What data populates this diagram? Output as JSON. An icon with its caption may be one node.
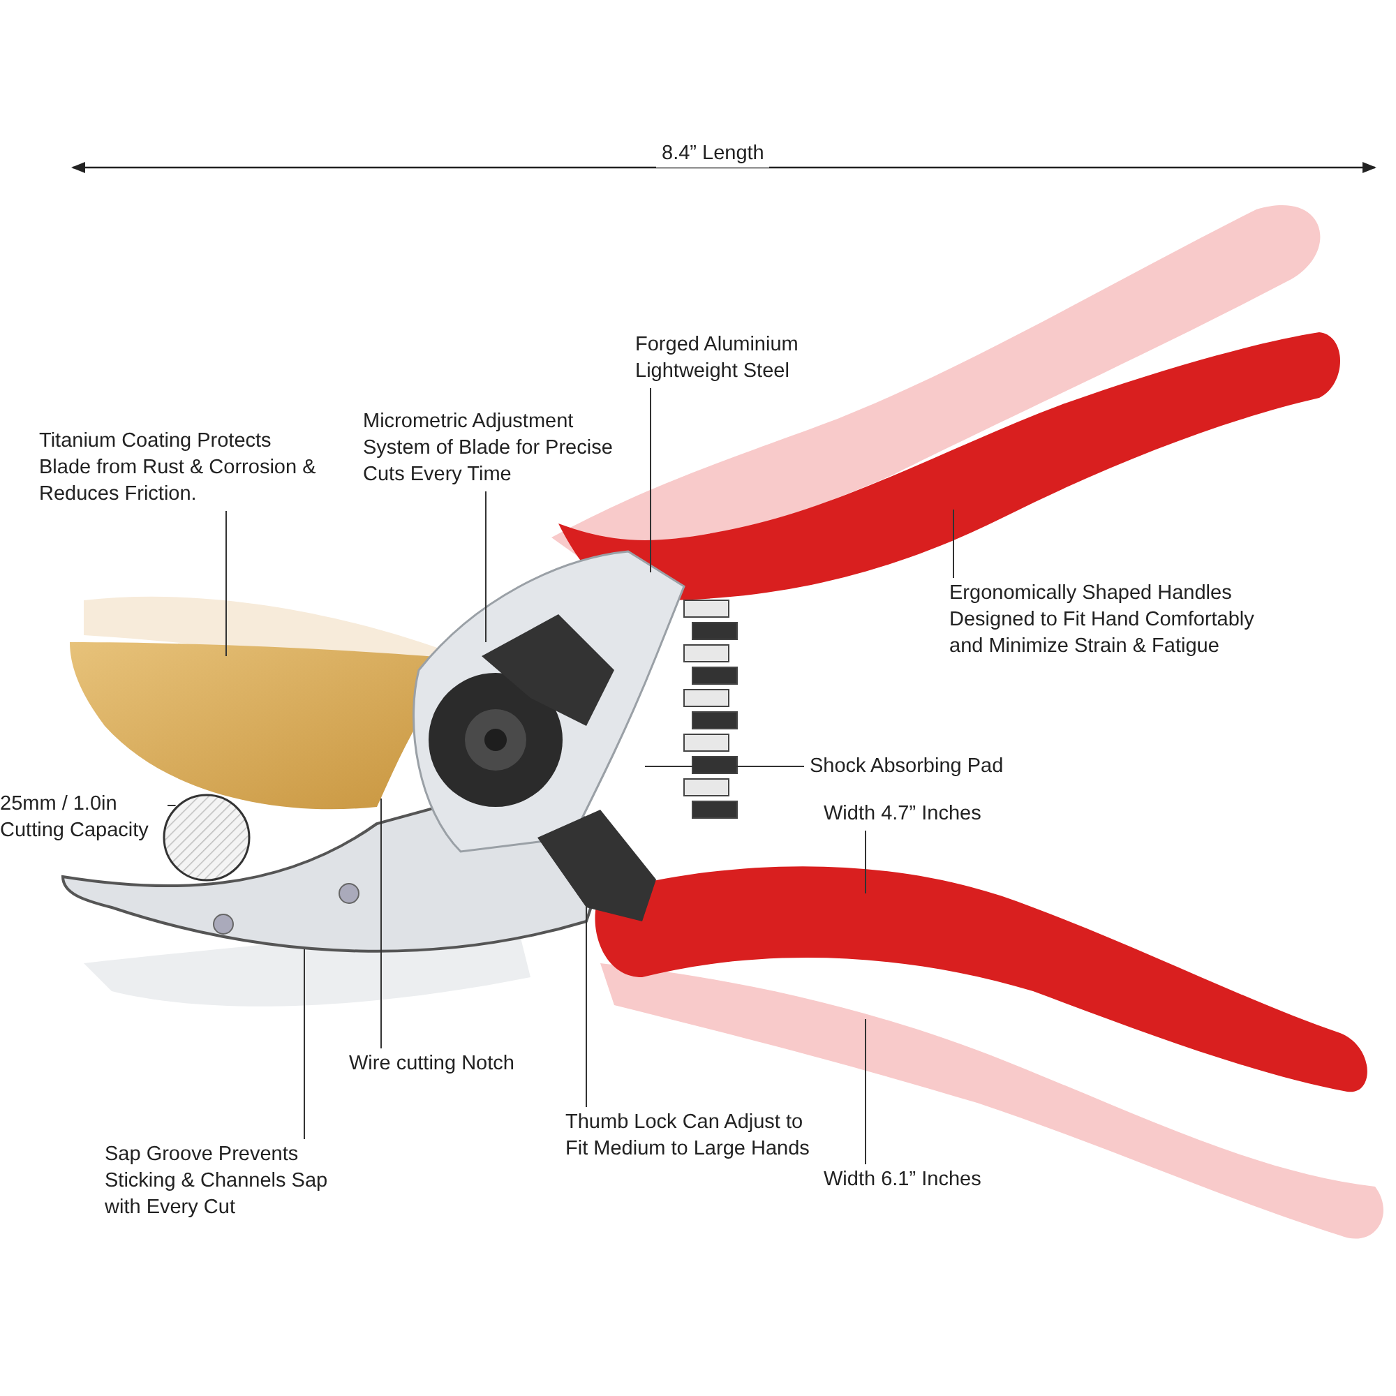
{
  "diagram": {
    "nodes": [
      {
        "text": [
          "Titanium Coating Protects Blade from Rust & Corrosion & Reduces Friction."
        ]
      },
      {
        "text": [
          "Micrometric Adjustment System of Blade for Precise Cuts Every Time"
        ]
      },
      {
        "text": [
          "Forged Aluminium Lightweight Steel"
        ]
      },
      {
        "text": [
          "Ergonomically Shaped Handles Designed to Fit Hand Comfortably and Minimize Strain & Fatigue"
        ]
      },
      {
        "text": [
          "Shock Absorbing Pad"
        ]
      },
      {
        "text": [
          "25mm / 1.0in Cutting Capacity"
        ]
      },
      {
        "text": [],
        "shape": "circle"
      },
      {
        "text": [
          "Width 4.7” Inches"
        ]
      },
      {
        "text": [
          "Wire cutting Notch"
        ]
      },
      {
        "text": [
          "Sap Groove Prevents Sticking & Channels Sap with Every Cut"
        ]
      },
      {
        "text": [
          "Thumb Lock Can Adjust to Fit Medium to Large Hands"
        ]
      },
      {
        "text": [
          "Width 6.1” Inches"
        ]
      }
    ],
    "edges": [
      {
        "from": 0,
        "to": null,
        "arrow": "none"
      },
      {
        "from": 1,
        "to": null,
        "arrow": "none"
      },
      {
        "from": 2,
        "to": null,
        "arrow": "none"
      },
      {
        "from": 3,
        "to": null,
        "arrow": "none"
      },
      {
        "from": 4,
        "to": null,
        "arrow": "none"
      },
      {
        "from": 5,
        "to": 6,
        "arrow": "none"
      },
      {
        "from": 7,
        "to": null,
        "arrow": "none"
      },
      {
        "from": 8,
        "to": null,
        "arrow": "none"
      },
      {
        "from": 9,
        "to": null,
        "arrow": "none"
      },
      {
        "from": 10,
        "to": null,
        "arrow": "none"
      },
      {
        "from": 11,
        "to": null,
        "arrow": "none"
      }
    ],
    "labels": [
      "8.4” Length"
    ]
  }
}
